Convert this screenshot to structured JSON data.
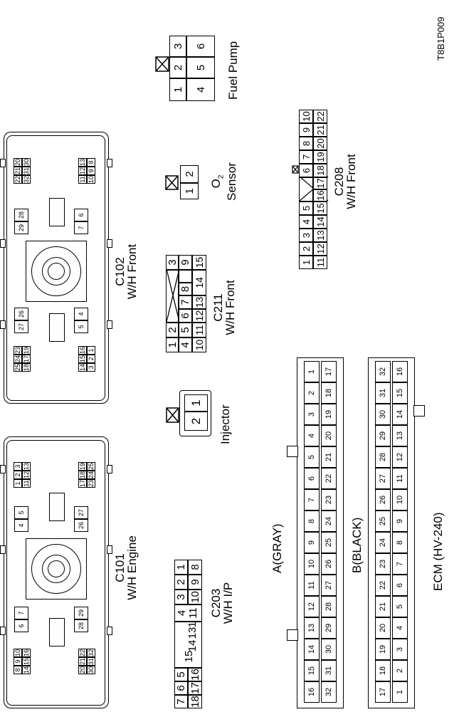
{
  "doc_id": "T8B1P009",
  "c101": {
    "name": "C101",
    "desc": "W/H Engine",
    "pins": [
      "1",
      "2",
      "3",
      "4",
      "5",
      "6",
      "7",
      "8",
      "9",
      "10",
      "11",
      "12",
      "13",
      "14",
      "15",
      "16",
      "17",
      "18",
      "19",
      "20",
      "21",
      "22",
      "23",
      "24",
      "25",
      "26",
      "27",
      "28",
      "29",
      "30",
      "31",
      "32"
    ]
  },
  "c102": {
    "name": "C102",
    "desc": "W/H Front",
    "pins": [
      "1",
      "2",
      "3",
      "4",
      "5",
      "6",
      "7",
      "8",
      "9",
      "10",
      "11",
      "12",
      "13",
      "14",
      "15",
      "16",
      "17",
      "18",
      "19",
      "20",
      "21",
      "22",
      "23",
      "24",
      "25",
      "26",
      "27",
      "28",
      "29",
      "30",
      "31",
      "32"
    ]
  },
  "c203": {
    "name": "C203",
    "desc": "W/H I/P",
    "pins": [
      "1",
      "2",
      "3",
      "4",
      "5",
      "6",
      "7",
      "8",
      "9",
      "10",
      "11",
      "12",
      "13",
      "14",
      "15",
      "16",
      "17",
      "18"
    ]
  },
  "injector": {
    "name": "Injector",
    "pins": [
      "1",
      "2"
    ]
  },
  "c211": {
    "name": "C211",
    "desc": "W/H Front",
    "pins": [
      "1",
      "2",
      "3",
      "4",
      "5",
      "6",
      "7",
      "8",
      "9",
      "10",
      "11",
      "12",
      "13",
      "14",
      "15"
    ]
  },
  "o2": {
    "name": "O",
    "sub": "2",
    "name2": "Sensor",
    "pins": [
      "1",
      "2"
    ]
  },
  "fuel_pump": {
    "name": "Fuel Pump",
    "pins": [
      "1",
      "2",
      "3",
      "4",
      "5",
      "6"
    ]
  },
  "c208": {
    "name": "C208",
    "desc": "W/H Front",
    "pins": [
      "1",
      "2",
      "3",
      "4",
      "5",
      "6",
      "7",
      "8",
      "9",
      "10",
      "11",
      "12",
      "13",
      "14",
      "15",
      "16",
      "17",
      "18",
      "19",
      "20",
      "21",
      "22"
    ]
  },
  "ecm": {
    "name": "ECM (HV-240)",
    "a_label": "A(GRAY)",
    "b_label": "B(BLACK)",
    "pins": [
      "1",
      "2",
      "3",
      "4",
      "5",
      "6",
      "7",
      "8",
      "9",
      "10",
      "11",
      "12",
      "13",
      "14",
      "15",
      "16",
      "17",
      "18",
      "19",
      "20",
      "21",
      "22",
      "23",
      "24",
      "25",
      "26",
      "27",
      "28",
      "29",
      "30",
      "31",
      "32"
    ]
  }
}
